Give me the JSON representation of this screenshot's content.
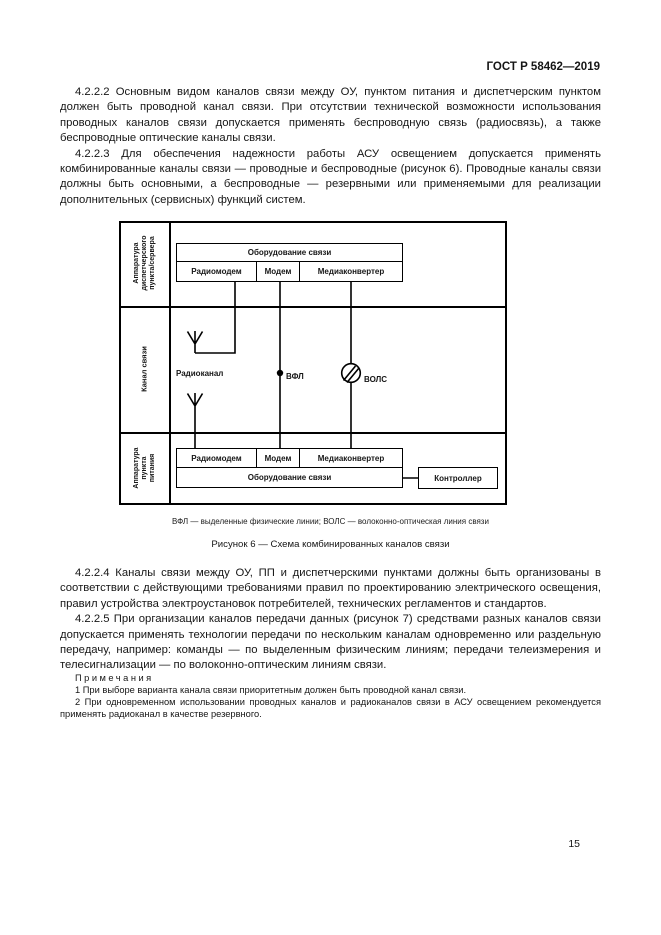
{
  "header": {
    "doc_number": "ГОСТ Р 58462—2019"
  },
  "body": {
    "p1": "4.2.2.2 Основным видом каналов связи между ОУ, пунктом питания и диспетчерским пунктом должен быть проводной канал связи. При отсутствии технической возможности использования проводных каналов связи допускается применять беспроводную связь (радиосвязь), а также беспроводные оптические каналы связи.",
    "p2": "4.2.2.3 Для обеспечения надежности работы АСУ освещением допускается применять комбинированные каналы связи — проводные и беспроводные (рисунок 6). Проводные каналы связи должны быть основными, а беспроводные — резервными или применяемыми для реализации дополнительных (сервисных) функций систем.",
    "p3": "4.2.2.4 Каналы связи между ОУ, ПП и диспетчерскими пунктами должны быть организованы в соответствии с действующими требованиями правил по проектированию электрического освещения, правил устройства электроустановок потребителей, технических регламентов и стандартов.",
    "p4": "4.2.2.5 При организации каналов передачи данных (рисунок 7) средствами разных каналов связи допускается применять технологии передачи по нескольким каналам одновременно или раздельную передачу, например: команды — по выделенным физическим линиям; передачи телеизмерения и телесигнализации — по волоконно-оптическим линиям связи."
  },
  "figure": {
    "row_labels": {
      "dispatcher": "Аппаратура диспетчерского пункта/сервера",
      "channel": "Канал связи",
      "power": "Аппаратура пункта питания"
    },
    "top_section": {
      "equipment": "Оборудование связи",
      "radio_modem": "Радиомодем",
      "modem": "Модем",
      "media_converter": "Медиаконвертер"
    },
    "middle_section": {
      "radio_channel": "Радиоканал",
      "vfl": "ВФЛ",
      "vols": "ВОЛС"
    },
    "bottom_section": {
      "radio_modem": "Радиомодем",
      "modem": "Модем",
      "media_converter": "Медиаконвертер",
      "equipment": "Оборудование связи",
      "controller": "Контроллер"
    },
    "legend": "ВФЛ — выделенные физические линии; ВОЛС — волоконно-оптическая линия связи",
    "title": "Рисунок 6 — Схема комбинированных каналов связи"
  },
  "notes": {
    "heading": "Примечания",
    "items": [
      "1 При выборе варианта канала связи приоритетным должен быть проводной канал связи.",
      "2 При одновременном использовании проводных каналов и радиоканалов связи в АСУ освещением рекомендуется применять радиоканал в качестве резервного."
    ]
  },
  "footer": {
    "page_number": "15"
  },
  "colors": {
    "ink": "#161616",
    "line": "#000000",
    "paper": "#ffffff"
  }
}
